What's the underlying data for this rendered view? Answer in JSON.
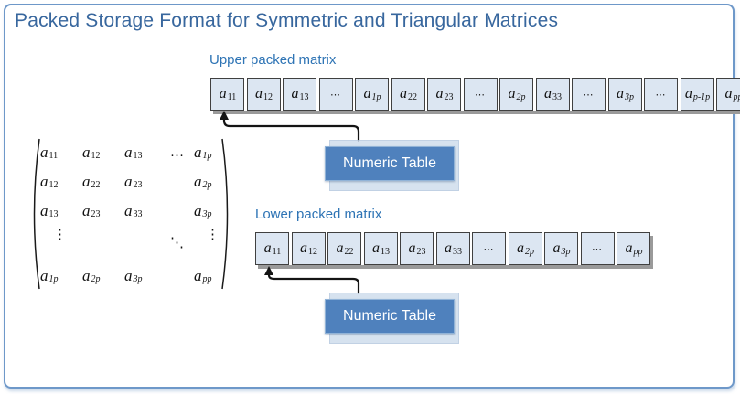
{
  "title": "Packed Storage Format for Symmetric and Triangular Matrices",
  "colors": {
    "frame_border": "#6e98c9",
    "title_text": "#38679e",
    "label_text": "#2e74b5",
    "cell_fill": "#dce6f2",
    "cell_border": "#404040",
    "row_shadow": "#9a9a9a",
    "table_fill": "#4f81bd",
    "table_border": "#91b3d7",
    "table_text": "#ffffff",
    "panel_fill": "#cfdded",
    "panel_border": "#b7c9e0",
    "arrow": "#141414",
    "matrix_text": "#111111"
  },
  "matrix": {
    "rows": [
      [
        {
          "base": "a",
          "sub": "11"
        },
        {
          "base": "a",
          "sub": "12"
        },
        {
          "base": "a",
          "sub": "13"
        },
        {
          "base": "…",
          "sub": ""
        },
        {
          "base": "a",
          "sub": "1p"
        }
      ],
      [
        {
          "base": "a",
          "sub": "12"
        },
        {
          "base": "a",
          "sub": "22"
        },
        {
          "base": "a",
          "sub": "23"
        },
        {
          "base": "",
          "sub": ""
        },
        {
          "base": "a",
          "sub": "2p"
        }
      ],
      [
        {
          "base": "a",
          "sub": "13"
        },
        {
          "base": "a",
          "sub": "23"
        },
        {
          "base": "a",
          "sub": "33"
        },
        {
          "base": "",
          "sub": ""
        },
        {
          "base": "a",
          "sub": "3p"
        }
      ],
      [
        {
          "base": "⋮",
          "sub": ""
        },
        {
          "base": "",
          "sub": ""
        },
        {
          "base": "",
          "sub": ""
        },
        {
          "base": "⋱",
          "sub": ""
        },
        {
          "base": "⋮",
          "sub": ""
        }
      ],
      [
        {
          "base": "a",
          "sub": "1p"
        },
        {
          "base": "a",
          "sub": "2p"
        },
        {
          "base": "a",
          "sub": "3p"
        },
        {
          "base": "",
          "sub": ""
        },
        {
          "base": "a",
          "sub": "pp"
        }
      ]
    ]
  },
  "upper": {
    "label": "Upper packed matrix",
    "callout": "Numeric Table",
    "cells": [
      {
        "base": "a",
        "sub": "11"
      },
      {
        "base": "a",
        "sub": "12"
      },
      {
        "base": "a",
        "sub": "13"
      },
      {
        "base": "⋯",
        "sub": ""
      },
      {
        "base": "a",
        "sub": "1p"
      },
      {
        "base": "a",
        "sub": "22"
      },
      {
        "base": "a",
        "sub": "23"
      },
      {
        "base": "⋯",
        "sub": ""
      },
      {
        "base": "a",
        "sub": "2p"
      },
      {
        "base": "a",
        "sub": "33"
      },
      {
        "base": "⋯",
        "sub": ""
      },
      {
        "base": "a",
        "sub": "3p"
      },
      {
        "base": "⋯",
        "sub": ""
      },
      {
        "base": "a",
        "sub": "p-1p"
      },
      {
        "base": "a",
        "sub": "pp"
      }
    ]
  },
  "lower": {
    "label": "Lower packed matrix",
    "callout": "Numeric Table",
    "cells": [
      {
        "base": "a",
        "sub": "11"
      },
      {
        "base": "a",
        "sub": "12"
      },
      {
        "base": "a",
        "sub": "22"
      },
      {
        "base": "a",
        "sub": "13"
      },
      {
        "base": "a",
        "sub": "23"
      },
      {
        "base": "a",
        "sub": "33"
      },
      {
        "base": "⋯",
        "sub": ""
      },
      {
        "base": "a",
        "sub": "2p"
      },
      {
        "base": "a",
        "sub": "3p"
      },
      {
        "base": "⋯",
        "sub": ""
      },
      {
        "base": "a",
        "sub": "pp"
      }
    ]
  }
}
